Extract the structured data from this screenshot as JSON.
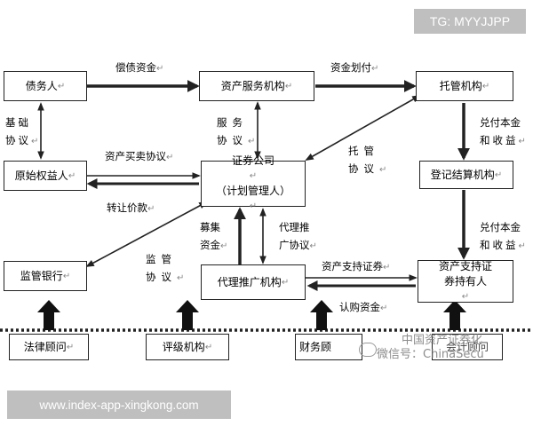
{
  "tags": {
    "top_right": "TG: MYYJJPP",
    "bottom_left": "www.index-app-xingkong.com"
  },
  "nodes": {
    "debtor": "债务人",
    "asset_service": "资产服务机构",
    "custodian": "托管机构",
    "original_holder": "原始权益人",
    "securities_company": [
      "证券公司",
      "（计划管理人）"
    ],
    "registration_clearing": "登记结算机构",
    "supervising_bank": "监管银行",
    "distribution_agent": "代理推广机构",
    "abs_holders": [
      "资产支持证",
      "券持有人"
    ],
    "legal_counsel": "法律顾问",
    "rating_agency": "评级机构",
    "financial_advisor": "财务顾",
    "accountant": "会计顾问"
  },
  "edges": {
    "repay_funds": "偿债资金",
    "fund_transfer": "资金划付",
    "basic_agreement": [
      "基础",
      "协议"
    ],
    "service_agreement": [
      "服务",
      "协议"
    ],
    "asset_sale_agreement": "资产买卖协议",
    "custody_agreement": [
      "托管",
      "协议"
    ],
    "principal_income_1": [
      "兑付本金",
      "和收益"
    ],
    "transfer_price": "转让价款",
    "raise_funds": [
      "募集",
      "资金"
    ],
    "distribution_agreement": [
      "代理推",
      "广协议"
    ],
    "principal_income_2": [
      "兑付本金",
      "和收益"
    ],
    "supervision_agreement": [
      "监管",
      "协议"
    ],
    "abs_securities": "资产支持证券",
    "subscription_funds": "认购资金"
  },
  "watermark": {
    "text_a": "中国资产证券化",
    "text_b": "微信号：ChinaSecu"
  },
  "colors": {
    "line": "#222222",
    "tag_bg": "#bfbfbf",
    "text": "#000000"
  }
}
